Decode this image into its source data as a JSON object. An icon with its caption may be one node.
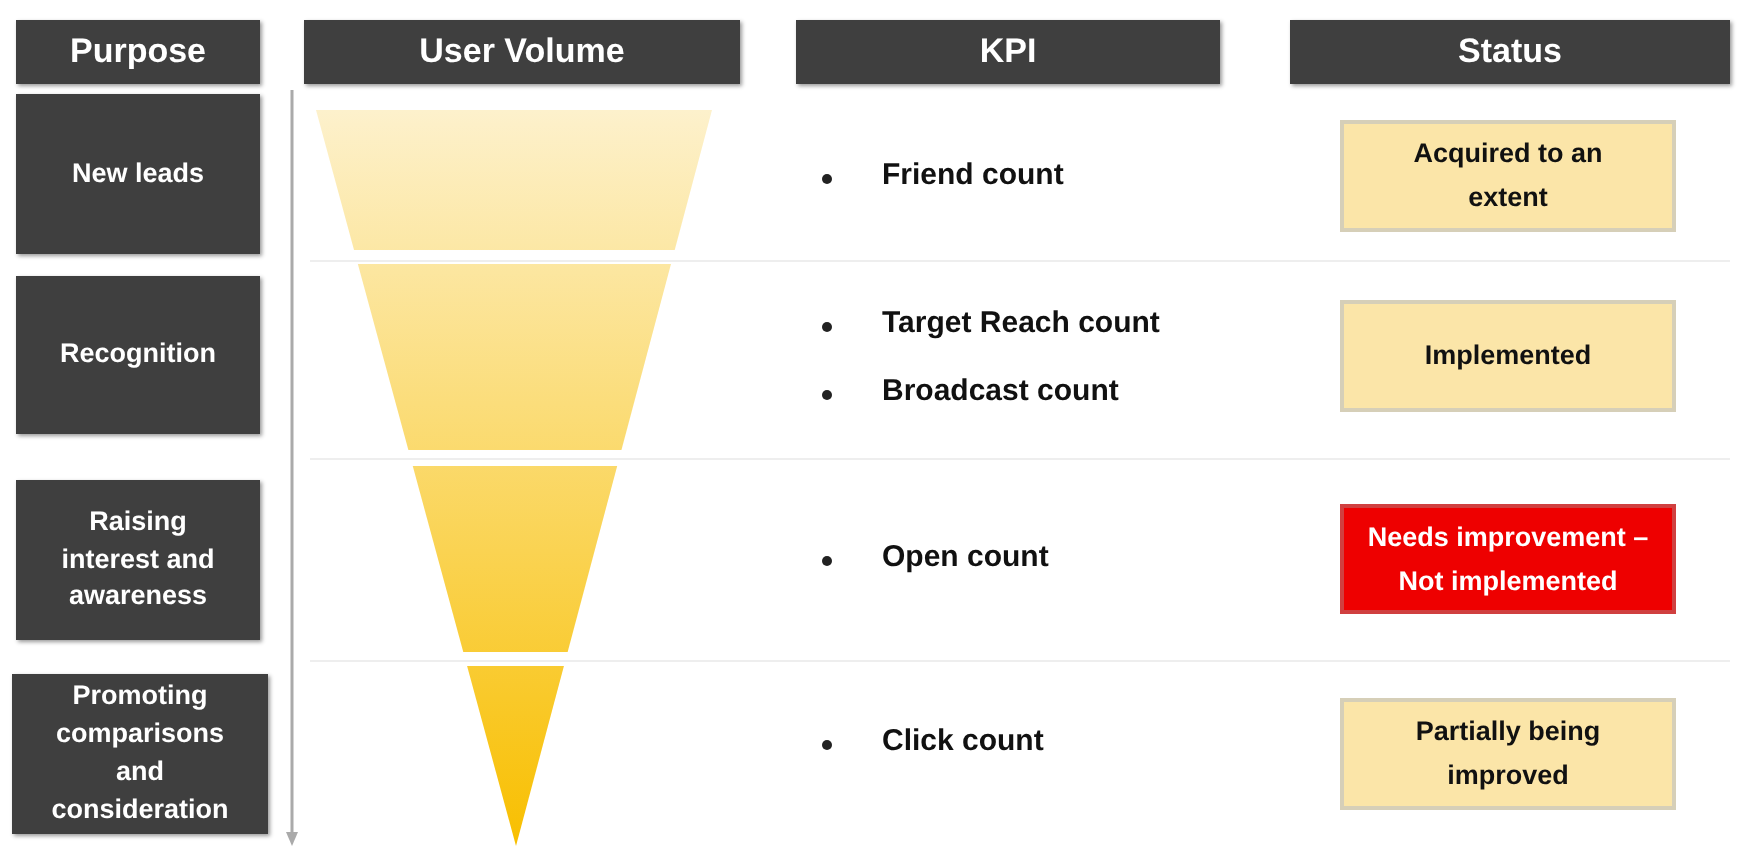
{
  "diagram": {
    "nodes": [
      {
        "text": [
          "Purpose"
        ]
      },
      {
        "text": [
          "User Volume"
        ]
      },
      {
        "text": [
          "KPI"
        ]
      },
      {
        "text": [
          "Status"
        ]
      },
      {
        "text": [
          "New leads"
        ]
      },
      {
        "text": [
          "Recognition"
        ]
      },
      {
        "text": [
          "Raising interest and awareness"
        ]
      },
      {
        "text": [
          "Promoting comparisons and consideration"
        ]
      },
      {
        "text": [
          "Acquired to an extent"
        ]
      },
      {
        "text": [
          "Implemented"
        ]
      },
      {
        "text": [
          "Needs improvement – Not implemented"
        ]
      },
      {
        "text": [
          "Partially being improved"
        ]
      }
    ],
    "edges": [],
    "labels": [
      "Friend count",
      "Target Reach count",
      "Broadcast count",
      "Open count",
      "Click count"
    ]
  }
}
